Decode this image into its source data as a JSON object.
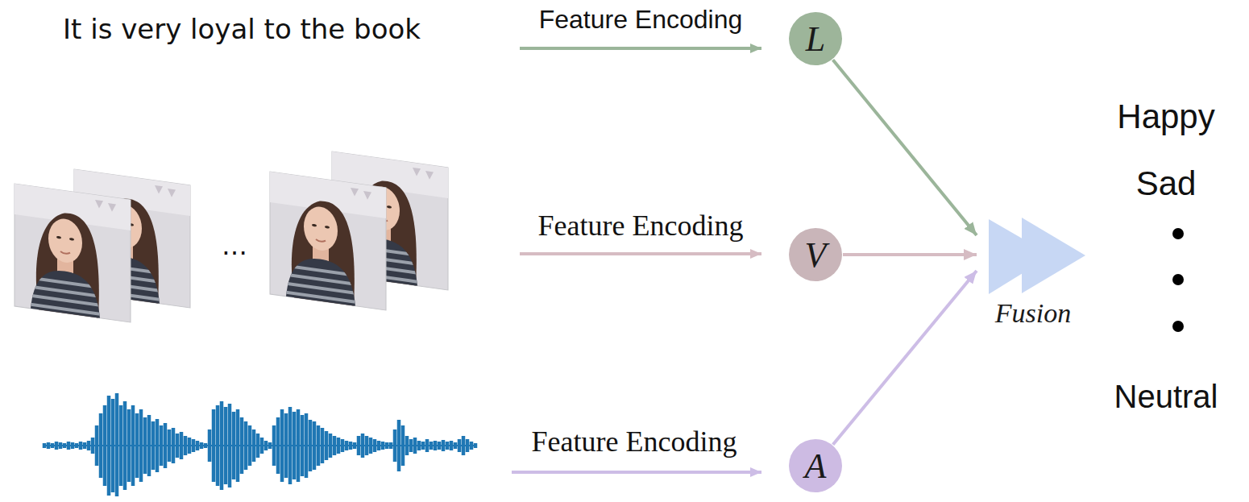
{
  "diagram": {
    "nodes": [
      {
        "text": [
          "L"
        ]
      },
      {
        "text": [
          "V"
        ]
      },
      {
        "text": [
          "A"
        ]
      },
      {
        "text": [
          "Fusion"
        ]
      }
    ],
    "edges": [
      {
        "from": 0,
        "to": 3,
        "arrow": "to"
      },
      {
        "from": 1,
        "to": 3,
        "arrow": "to"
      },
      {
        "from": 2,
        "to": 3,
        "arrow": "to"
      }
    ],
    "labels": [
      "It is very loyal to the book",
      "Feature Encoding",
      "Feature Encoding",
      "Feature Encoding",
      "…",
      "Happy",
      "Sad",
      "Neutral"
    ]
  }
}
